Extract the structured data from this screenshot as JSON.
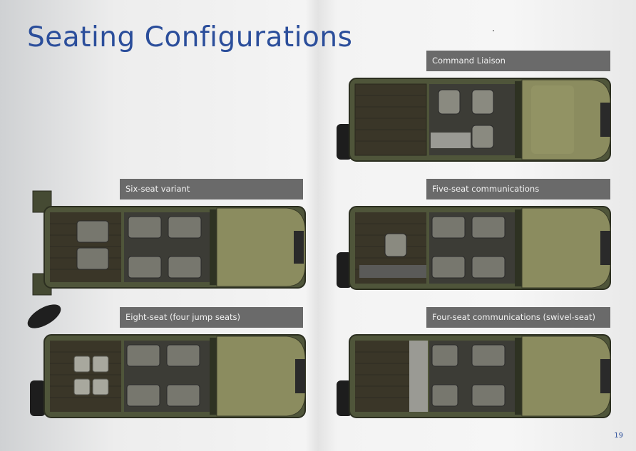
{
  "page": {
    "title": "Seating Configurations",
    "number": "19"
  },
  "configurations": [
    {
      "id": "command",
      "label": "Command Liaison"
    },
    {
      "id": "six",
      "label": "Six-seat variant"
    },
    {
      "id": "five",
      "label": "Five-seat communications"
    },
    {
      "id": "eight",
      "label": "Eight-seat (four jump seats)"
    },
    {
      "id": "four",
      "label": "Four-seat communications (swivel-seat)"
    }
  ],
  "colors": {
    "title": "#2b4e9b",
    "label_bg": "#6a6a6a",
    "vehicle_body": "#5b6140",
    "hood": "#8a8a5c",
    "bed": "#3a3628"
  }
}
